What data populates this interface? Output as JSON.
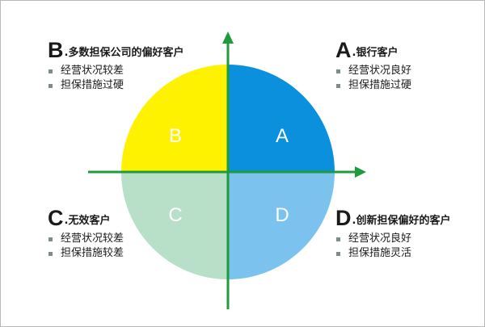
{
  "colors": {
    "quadrant_a": "#0a90dc",
    "quadrant_b": "#fff200",
    "quadrant_c": "#b8dfc8",
    "quadrant_d": "#7cc2ee",
    "axis": "#1f9a3c",
    "bullet": "#7f8c8a"
  },
  "quadrants": {
    "a": {
      "letter": "A",
      "name": ".银行客户",
      "circle_letter": "A",
      "bullets": [
        "经营状况良好",
        "担保措施过硬"
      ]
    },
    "b": {
      "letter": "B",
      "name": ".多数担保公司的偏好客户",
      "circle_letter": "B",
      "bullets": [
        "经营状况较差",
        "担保措施过硬"
      ]
    },
    "c": {
      "letter": "C",
      "name": ".无效客户",
      "circle_letter": "C",
      "bullets": [
        "经营状况较差",
        "担保措施较差"
      ]
    },
    "d": {
      "letter": "D",
      "name": ".创新担保偏好的客户",
      "circle_letter": "D",
      "bullets": [
        "经营状况良好",
        "担保措施灵活"
      ]
    }
  }
}
